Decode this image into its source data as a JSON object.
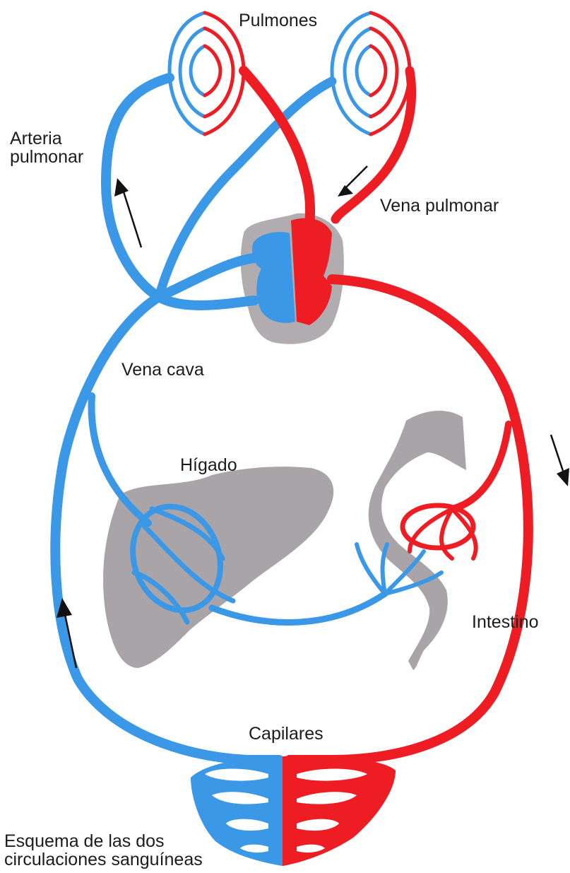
{
  "labels": {
    "lungs": "Pulmones",
    "pulmonary_artery": "Arteria\npulmonar",
    "pulmonary_vein": "Vena pulmonar",
    "vena_cava": "Vena cava",
    "liver": "Hígado",
    "intestine": "Intestino",
    "capillaries": "Capilares",
    "caption": "Esquema de las dos\ncirculaciones sanguíneas"
  },
  "colors": {
    "venous": "#3a98e6",
    "arterial": "#ee1d24",
    "organ": "#a8a4a8",
    "outline": "#e8e0c0"
  }
}
